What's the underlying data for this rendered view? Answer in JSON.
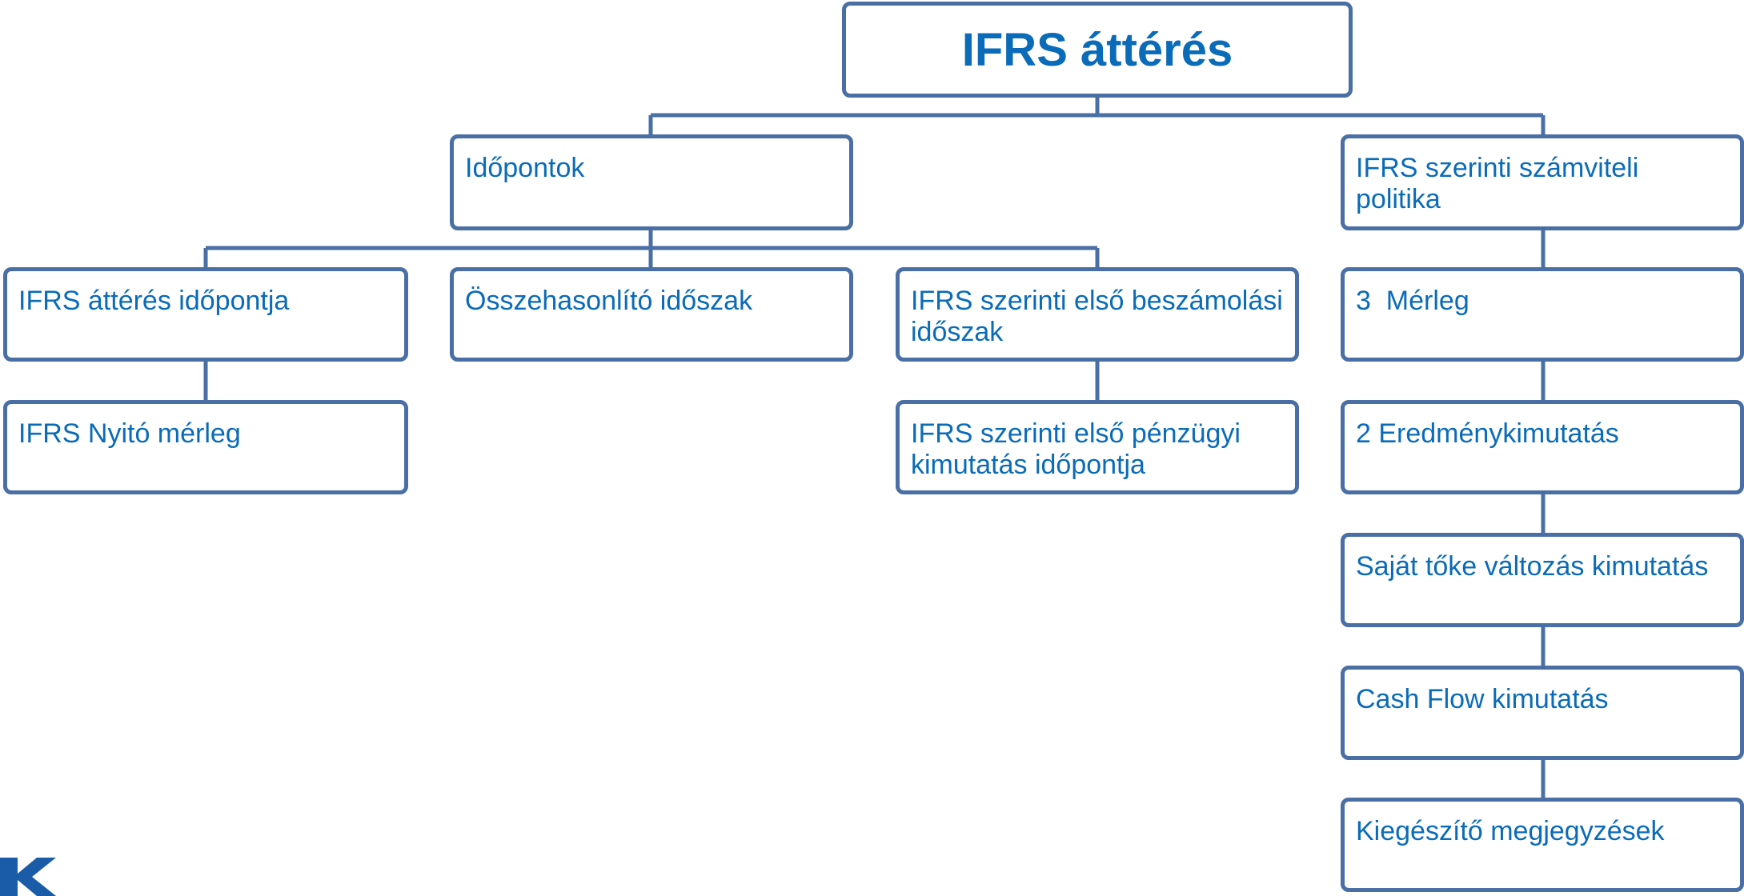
{
  "title": "IFRS áttérés",
  "nodes": {
    "idopontok": "Időpontok",
    "szamviteli_politika": "IFRS szerinti számviteli politika",
    "atteres_idopontja": "IFRS áttérés időpontja",
    "osszehasonlito": "Összehasonlító időszak",
    "elso_beszamolasi": "IFRS szerinti első beszámolási időszak",
    "nyito_merleg": "IFRS Nyitó mérleg",
    "elso_penzugyi": "IFRS szerinti első pénzügyi kimutatás időpontja",
    "merleg": "3  Mérleg",
    "eredmeny": "2 Eredménykimutatás",
    "sajat_toke": "Saját tőke változás kimutatás",
    "cash_flow": "Cash Flow kimutatás",
    "kiegeszito": "Kiegészítő megjegyzések"
  },
  "colors": {
    "border": "#4a6fa5",
    "text": "#0a6bb8",
    "logo": "#1a5ca8"
  },
  "logo_icon": "partial-logo-icon"
}
